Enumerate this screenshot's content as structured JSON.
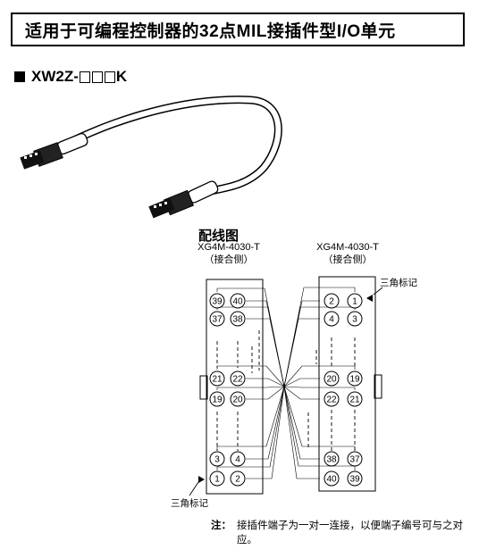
{
  "title": "适用于可编程控制器的32点MIL接插件型I/O单元",
  "model": {
    "prefix": "XW2Z-",
    "suffix": "K"
  },
  "diagram": {
    "title": "配线图",
    "left_connector": {
      "name": "XG4M-4030-T",
      "side": "（接合侧）"
    },
    "right_connector": {
      "name": "XG4M-4030-T",
      "side": "（接合侧）"
    },
    "left_pins": [
      [
        "39",
        "40"
      ],
      [
        "37",
        "38"
      ],
      [
        "21",
        "22"
      ],
      [
        "19",
        "20"
      ],
      [
        "3",
        "4"
      ],
      [
        "1",
        "2"
      ]
    ],
    "right_pins": [
      [
        "2",
        "1"
      ],
      [
        "4",
        "3"
      ],
      [
        "20",
        "19"
      ],
      [
        "22",
        "21"
      ],
      [
        "38",
        "37"
      ],
      [
        "40",
        "39"
      ]
    ],
    "triangle_mark": "三角标记"
  },
  "note": {
    "label": "注：",
    "text": "接插件端子为一对一连接，以便端子编号可与之对应。"
  }
}
